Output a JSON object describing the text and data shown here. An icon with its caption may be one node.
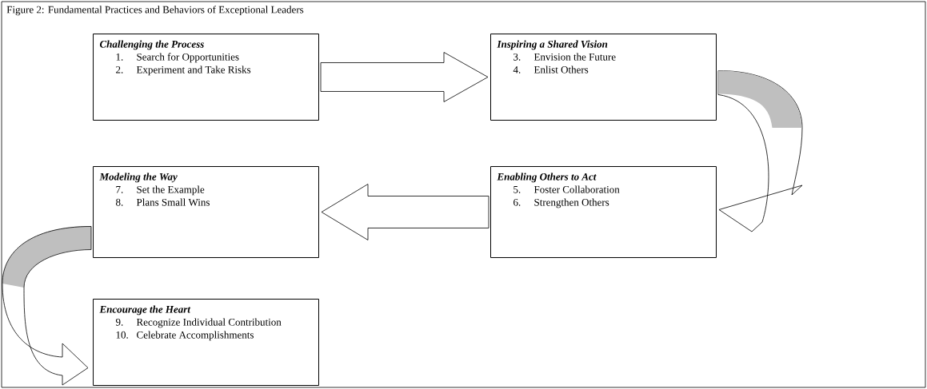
{
  "diagram": {
    "title": "Figure 2: Fundamental Practices and Behaviors of Exceptional Leaders",
    "nodes": [
      {
        "text": [
          "Challenging the Process",
          "1.     Search for Opportunities",
          "2.     Experiment and Take Risks"
        ]
      },
      {
        "text": [
          "Inspiring a Shared Vision",
          "3.     Envision the Future",
          "4.     Enlist Others"
        ]
      },
      {
        "text": [
          "Enabling Others to Act",
          "5.     Foster Collaboration",
          "6.     Strengthen Others"
        ]
      },
      {
        "text": [
          "Modeling the Way",
          "7.     Set the Example",
          "8.     Plans Small Wins"
        ]
      },
      {
        "text": [
          "Encourage the Heart",
          "9.     Recognize Individual Contribution",
          "10.   Celebrate Accomplishments"
        ]
      }
    ],
    "edges": [
      {
        "from": 0,
        "to": 1,
        "arrow": "to"
      },
      {
        "from": 1,
        "to": 2,
        "arrow": "to"
      },
      {
        "from": 2,
        "to": 3,
        "arrow": "to"
      },
      {
        "from": 3,
        "to": 4,
        "arrow": "to"
      }
    ]
  }
}
